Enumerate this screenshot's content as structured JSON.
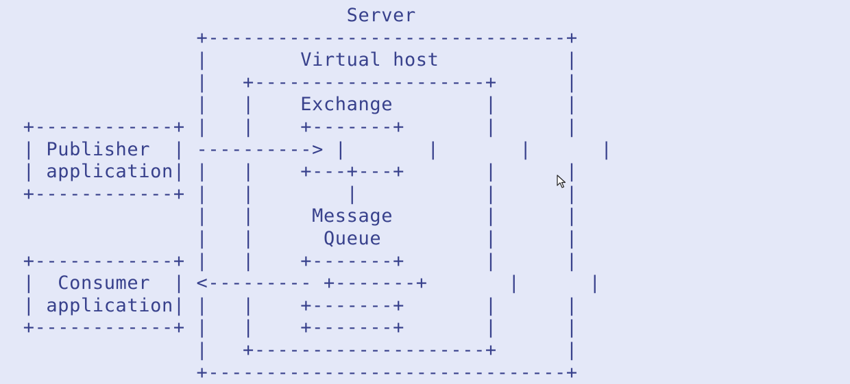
{
  "diagram": {
    "lines": [
      "                              Server",
      "                 +-------------------------------+",
      "                 |        Virtual host           |",
      "                 |   +--------------------+      |",
      "                 |   |    Exchange        |      |",
      "  +------------+ |   |    +-------+       |      |",
      "  | Publisher  | ----------> |       |       |      |",
      "  | application| |   |    +---+---+       |      |",
      "  +------------+ |   |        |           |      |",
      "                 |   |     Message        |      |",
      "                 |   |      Queue         |      |",
      "  +------------+ |   |    +-------+       |      |",
      "  |  Consumer  | <--------- +-------+       |      |",
      "  | application| |   |    +-------+       |      |",
      "  +------------+ |   |    +-------+       |      |",
      "                 |   +--------------------+      |",
      "                 +-------------------------------+"
    ]
  }
}
